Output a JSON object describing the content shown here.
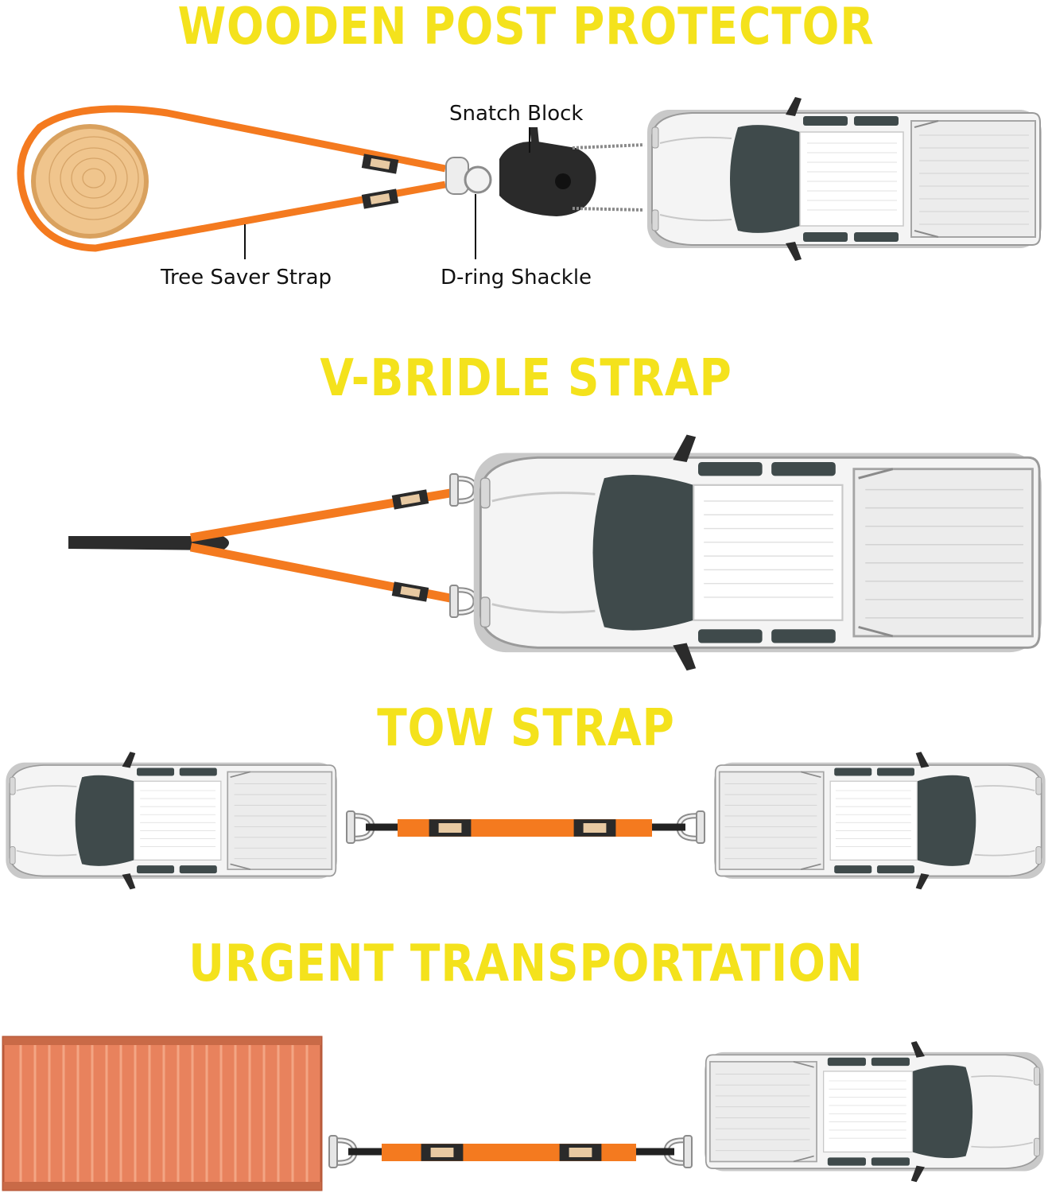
{
  "colors": {
    "heading": "#f4e21c",
    "strap": "#f47a1f",
    "strap_dark": "#222222",
    "truck_body": "#f4f4f4",
    "truck_glass": "#3f4a4b",
    "container": "#e8825d",
    "log": "#e8b77a"
  },
  "sections": [
    {
      "heading": "WOODEN POST PROTECTOR",
      "labels": {
        "snatch_block": "Snatch Block",
        "tree_saver_strap": "Tree Saver Strap",
        "d_ring_shackle": "D-ring Shackle"
      }
    },
    {
      "heading": "V-BRIDLE STRAP"
    },
    {
      "heading": "TOW STRAP"
    },
    {
      "heading": "URGENT TRANSPORTATION"
    }
  ]
}
